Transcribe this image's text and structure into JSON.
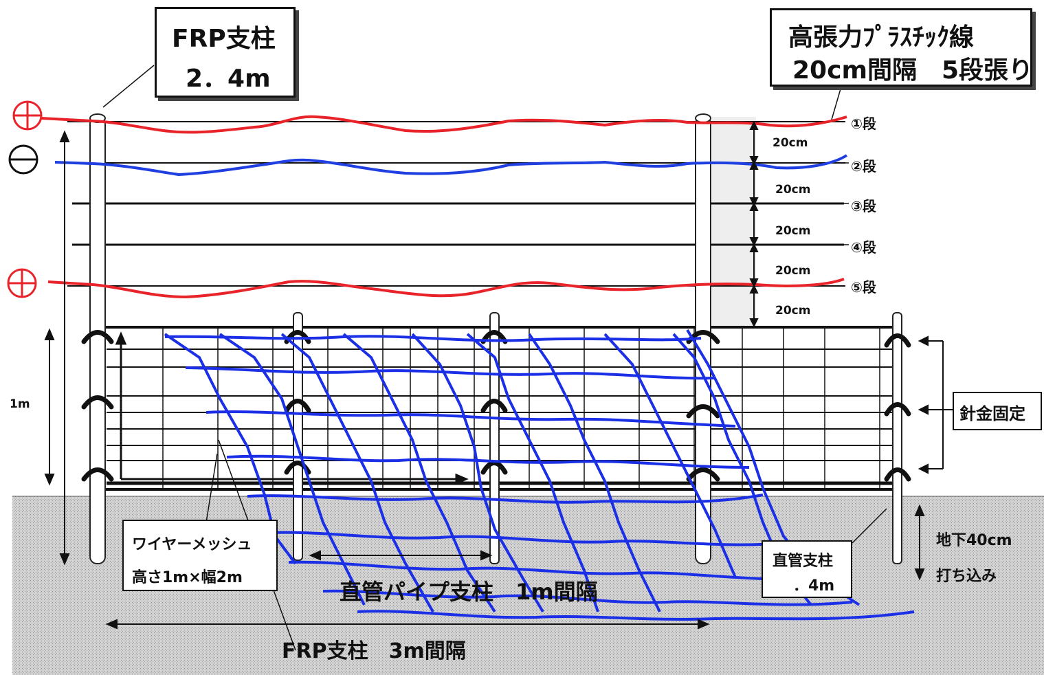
{
  "labels": {
    "frp_post_title": "FRP支柱",
    "frp_post_height": "2．4m",
    "wire_title": "高張力ﾌﾟﾗｽﾁｯｸ線",
    "wire_spec": "20cm間隔　5段張り",
    "tiers": [
      "①段",
      "②段",
      "③段",
      "④段",
      "⑤段"
    ],
    "spacings": [
      "20cm",
      "20cm",
      "20cm",
      "20cm",
      "20cm"
    ],
    "one_meter": "1m",
    "wire_fix": "針金固定",
    "underground": "地下40cm",
    "driven": "打ち込み",
    "mesh_title": "ワイヤーメッシュ",
    "mesh_size": "高さ1m×幅2m",
    "pipe_spacing": "直管パイプ支柱　1m間隔",
    "pipe_post": "直管支柱",
    "pipe_post_len": "．4m",
    "frp_spacing": "FRP支柱　3m間隔"
  },
  "polarity": {
    "plus": "+",
    "minus": "−"
  },
  "colors": {
    "positive_wire": "#e8242a",
    "negative_wire": "#1f3fe0",
    "neutral_wire": "#111111",
    "mesh_blue": "#1b2fe6",
    "ground": "#c8c8c8",
    "polarity_red": "#e8242a"
  }
}
